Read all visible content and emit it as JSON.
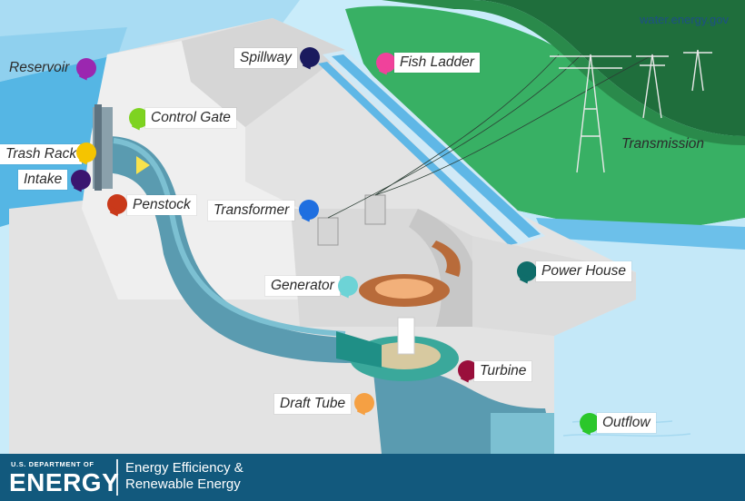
{
  "source_label": "water.energy.gov",
  "footer": {
    "department_small": "U.S. DEPARTMENT OF",
    "department_big": "ENERGY",
    "office_line1": "Energy Efficiency &",
    "office_line2": "Renewable Energy"
  },
  "labels": {
    "reservoir": "Reservoir",
    "control_gate": "Control Gate",
    "spillway": "Spillway",
    "fish_ladder": "Fish Ladder",
    "trash_rack": "Trash Rack",
    "intake": "Intake",
    "penstock": "Penstock",
    "transformer": "Transformer",
    "transmission": "Transmission",
    "generator": "Generator",
    "power_house": "Power House",
    "turbine": "Turbine",
    "draft_tube": "Draft Tube",
    "outflow": "Outflow"
  },
  "colors": {
    "reservoir": "#9b27b0",
    "control_gate": "#7ed321",
    "spillway": "#1a1a5e",
    "fish_ladder": "#f0429b",
    "trash_rack": "#f5c400",
    "intake": "#3b1670",
    "penstock": "#c9391a",
    "transformer": "#1f6fe0",
    "generator": "#6dd3d6",
    "power_house": "#0f6d6a",
    "turbine": "#9a0f3c",
    "draft_tube": "#f5a043",
    "outflow": "#2bc72b",
    "footer_bg": "#12597d",
    "sky": "#8dd0ef",
    "hill_dark": "#22703f",
    "hill_light": "#3fb56a",
    "water": "#5fb7e6",
    "dam": "#e6e6e6"
  }
}
